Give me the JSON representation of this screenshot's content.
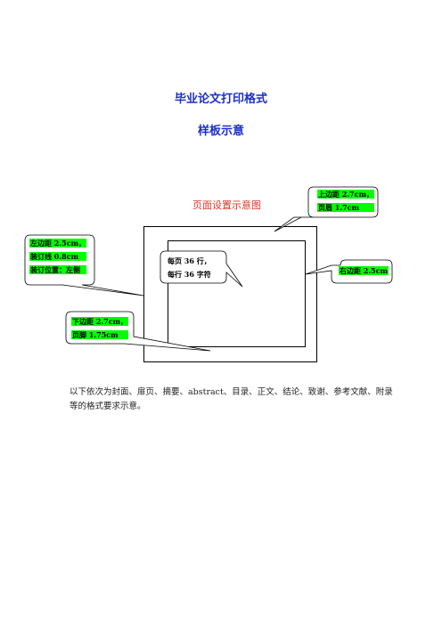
{
  "title_line1": "毕业论文打印格式",
  "title_line2": "样板示意",
  "diagram": {
    "caption": "页面设置示意图",
    "callout_top": [
      "上边距 2.7cm，",
      "页眉 1.7cm"
    ],
    "callout_left": [
      "左边距 2.5cm，",
      "装订线 0.8cm",
      "装订位置：左侧"
    ],
    "callout_center": [
      "每页 36 行，",
      "每行 36 字符"
    ],
    "callout_right": [
      "右边距 2.5cm"
    ],
    "callout_bottom": [
      "下边距 2.7cm，",
      "页脚 1.75cm"
    ],
    "callout_fill": "#ffffff",
    "highlight": "#00ff00",
    "caption_color": "#e2342c"
  },
  "paragraph": "以下依次为封面、扉页、摘要、abstract、目录、正文、结论、致谢、参考文献、附录等的格式要求示意。"
}
